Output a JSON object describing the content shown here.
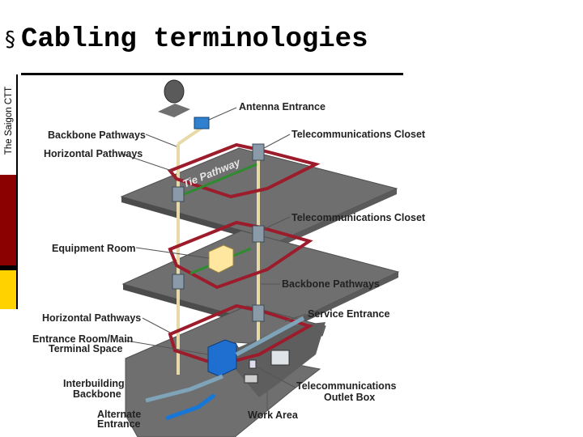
{
  "slide": {
    "bullet": "§",
    "title": "Cabling terminologies",
    "sidebar_text": "The Saigon CTT"
  },
  "diagram": {
    "labels": {
      "antenna_entrance": "Antenna Entrance",
      "backbone_pathways_top": "Backbone Pathways",
      "horizontal_pathways_top": "Horizontal Pathways",
      "telecom_closet_top": "Telecommunications Closet",
      "tie_pathway": "Tie Pathway",
      "telecom_closet_mid": "Telecommunications Closet",
      "equipment_room": "Equipment Room",
      "backbone_pathways_mid": "Backbone Pathways",
      "service_entrance": "Service Entrance",
      "horizontal_pathways_bottom": "Horizontal Pathways",
      "entrance_room_line1": "Entrance Room/Main",
      "entrance_room_line2": "Terminal Space",
      "telecom_outlet_line1": "Telecommunications",
      "telecom_outlet_line2": "Outlet Box",
      "interbuilding_line1": "Interbuilding",
      "interbuilding_line2": "Backbone",
      "work_area": "Work Area",
      "alternate_line1": "Alternate",
      "alternate_line2": "Entrance"
    },
    "colors": {
      "floor": "#6f6f6f",
      "floor_edge": "#505050",
      "pathway": "#9c1c2c",
      "tie_pathway": "#2e8b2e",
      "backbone": "#e8d9a8",
      "equipment": "#ffe7a0",
      "entrance": "#1f6fd1",
      "work_area": "#1677d6"
    }
  }
}
